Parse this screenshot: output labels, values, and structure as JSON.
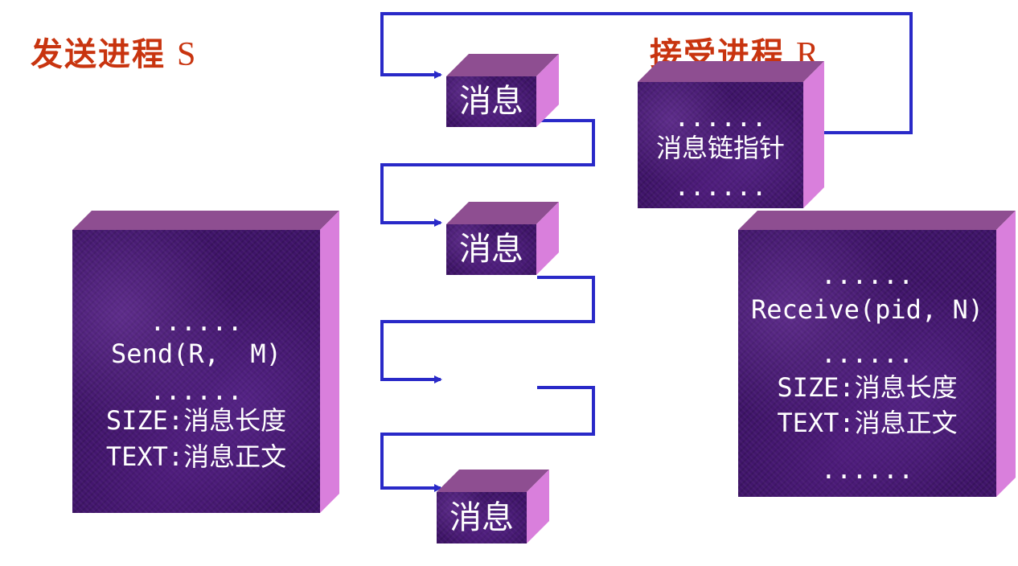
{
  "sender_title": {
    "cjk": "发送进程",
    "latin": "S"
  },
  "receiver_title": {
    "cjk": "接受进程",
    "latin": "R"
  },
  "sender_box": {
    "lines": [
      "......",
      "Send(R,  M)",
      "......",
      "SIZE:消息长度",
      "TEXT:消息正文"
    ]
  },
  "receiver_pointer_box": {
    "lines": [
      "......",
      "消息链指针",
      "......"
    ]
  },
  "receiver_box": {
    "lines": [
      "......",
      "Receive(pid, N)",
      "......",
      "SIZE:消息长度",
      "TEXT:消息正文",
      "......"
    ]
  },
  "message_nodes": [
    "消息",
    "消息",
    "消息"
  ],
  "colors": {
    "title": "#c8340f",
    "arrow": "#2929c8",
    "box_front": "#3f1469",
    "box_top": "#8e4e91",
    "box_side": "#d97fdc"
  }
}
